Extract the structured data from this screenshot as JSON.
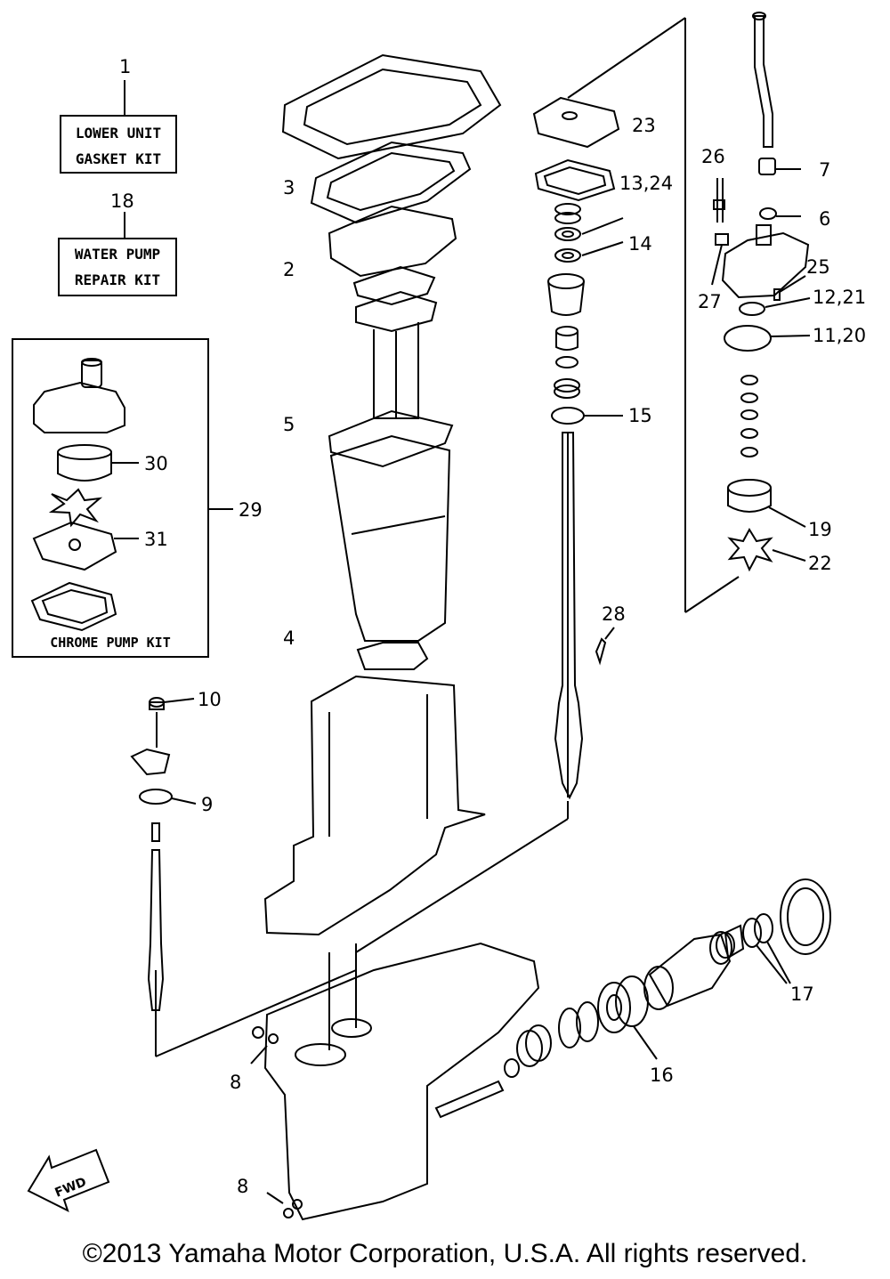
{
  "kits": {
    "lower_unit": {
      "number": "1",
      "line1": "LOWER UNIT",
      "line2": "GASKET KIT"
    },
    "water_pump": {
      "number": "18",
      "line1": "WATER PUMP",
      "line2": "REPAIR KIT"
    },
    "chrome_pump": {
      "number": "29",
      "label": "CHROME PUMP KIT"
    }
  },
  "callouts": {
    "c2": "2",
    "c3": "3",
    "c4": "4",
    "c5": "5",
    "c6": "6",
    "c7": "7",
    "c8a": "8",
    "c8b": "8",
    "c9": "9",
    "c10": "10",
    "c11_20": "11,20",
    "c12_21": "12,21",
    "c13_24": "13,24",
    "c14": "14",
    "c15": "15",
    "c16": "16",
    "c17": "17",
    "c19": "19",
    "c22": "22",
    "c23": "23",
    "c25": "25",
    "c26": "26",
    "c27": "27",
    "c28": "28",
    "c30": "30",
    "c31": "31"
  },
  "fwd_label": "FWD",
  "copyright": "©2013 Yamaha Motor Corporation, U.S.A. All rights reserved."
}
